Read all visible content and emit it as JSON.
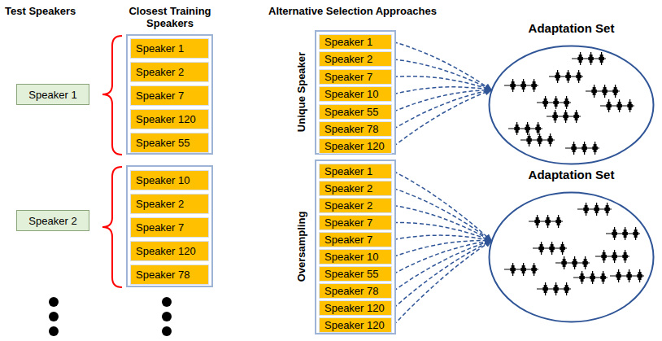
{
  "diagram": {
    "nodes": [
      {
        "text": [
          "Speaker 1"
        ]
      },
      {
        "text": []
      },
      {
        "text": [
          "Speaker 1"
        ],
        "in": 1
      },
      {
        "text": [
          "Speaker 2"
        ],
        "in": 1
      },
      {
        "text": [
          "Speaker 7"
        ],
        "in": 1
      },
      {
        "text": [
          "Speaker 120"
        ],
        "in": 1
      },
      {
        "text": [
          "Speaker 55"
        ],
        "in": 1
      },
      {
        "text": [
          "Speaker 2"
        ]
      },
      {
        "text": []
      },
      {
        "text": [
          "Speaker 10"
        ],
        "in": 8
      },
      {
        "text": [
          "Speaker 2"
        ],
        "in": 8
      },
      {
        "text": [
          "Speaker 7"
        ],
        "in": 8
      },
      {
        "text": [
          "Speaker 120"
        ],
        "in": 8
      },
      {
        "text": [
          "Speaker 78"
        ],
        "in": 8
      },
      {
        "text": []
      },
      {
        "text": [
          "Speaker 1"
        ],
        "in": 14
      },
      {
        "text": [
          "Speaker 2"
        ],
        "in": 14
      },
      {
        "text": [
          "Speaker 7"
        ],
        "in": 14
      },
      {
        "text": [
          "Speaker 10"
        ],
        "in": 14
      },
      {
        "text": [
          "Speaker 55"
        ],
        "in": 14
      },
      {
        "text": [
          "Speaker 78"
        ],
        "in": 14
      },
      {
        "text": [
          "Speaker 120"
        ],
        "in": 14
      },
      {
        "text": [
          "Adaptation Set"
        ]
      },
      {
        "text": []
      },
      {
        "text": [
          "Speaker 1"
        ],
        "in": 23
      },
      {
        "text": [
          "Speaker 2"
        ],
        "in": 23
      },
      {
        "text": [
          "Speaker 2"
        ],
        "in": 23
      },
      {
        "text": [
          "Speaker 7"
        ],
        "in": 23
      },
      {
        "text": [
          "Speaker 7"
        ],
        "in": 23
      },
      {
        "text": [
          "Speaker 10"
        ],
        "in": 23
      },
      {
        "text": [
          "Speaker 55"
        ],
        "in": 23
      },
      {
        "text": [
          "Speaker 78"
        ],
        "in": 23
      },
      {
        "text": [
          "Speaker 120"
        ],
        "in": 23
      },
      {
        "text": [
          "Speaker 120"
        ],
        "in": 23
      },
      {
        "text": [
          "Adaptation Set"
        ]
      }
    ],
    "edges": [
      {
        "from": 15,
        "to": 22,
        "arrow": "to"
      },
      {
        "from": 16,
        "to": 22,
        "arrow": "to"
      },
      {
        "from": 17,
        "to": 22,
        "arrow": "to"
      },
      {
        "from": 18,
        "to": 22,
        "arrow": "to"
      },
      {
        "from": 19,
        "to": 22,
        "arrow": "to"
      },
      {
        "from": 20,
        "to": 22,
        "arrow": "to"
      },
      {
        "from": 21,
        "to": 22,
        "arrow": "to"
      },
      {
        "from": 24,
        "to": 34,
        "arrow": "to"
      },
      {
        "from": 25,
        "to": 34,
        "arrow": "to"
      },
      {
        "from": 26,
        "to": 34,
        "arrow": "to"
      },
      {
        "from": 27,
        "to": 34,
        "arrow": "to"
      },
      {
        "from": 28,
        "to": 34,
        "arrow": "to"
      },
      {
        "from": 29,
        "to": 34,
        "arrow": "to"
      },
      {
        "from": 30,
        "to": 34,
        "arrow": "to"
      },
      {
        "from": 31,
        "to": 34,
        "arrow": "to"
      },
      {
        "from": 32,
        "to": 34,
        "arrow": "to"
      },
      {
        "from": 33,
        "to": 34,
        "arrow": "to"
      }
    ],
    "labels": [
      "Test Speakers",
      "Closest Training Speakers",
      "Alternative Selection Approaches",
      "Unique Speaker",
      "Oversampling"
    ]
  }
}
